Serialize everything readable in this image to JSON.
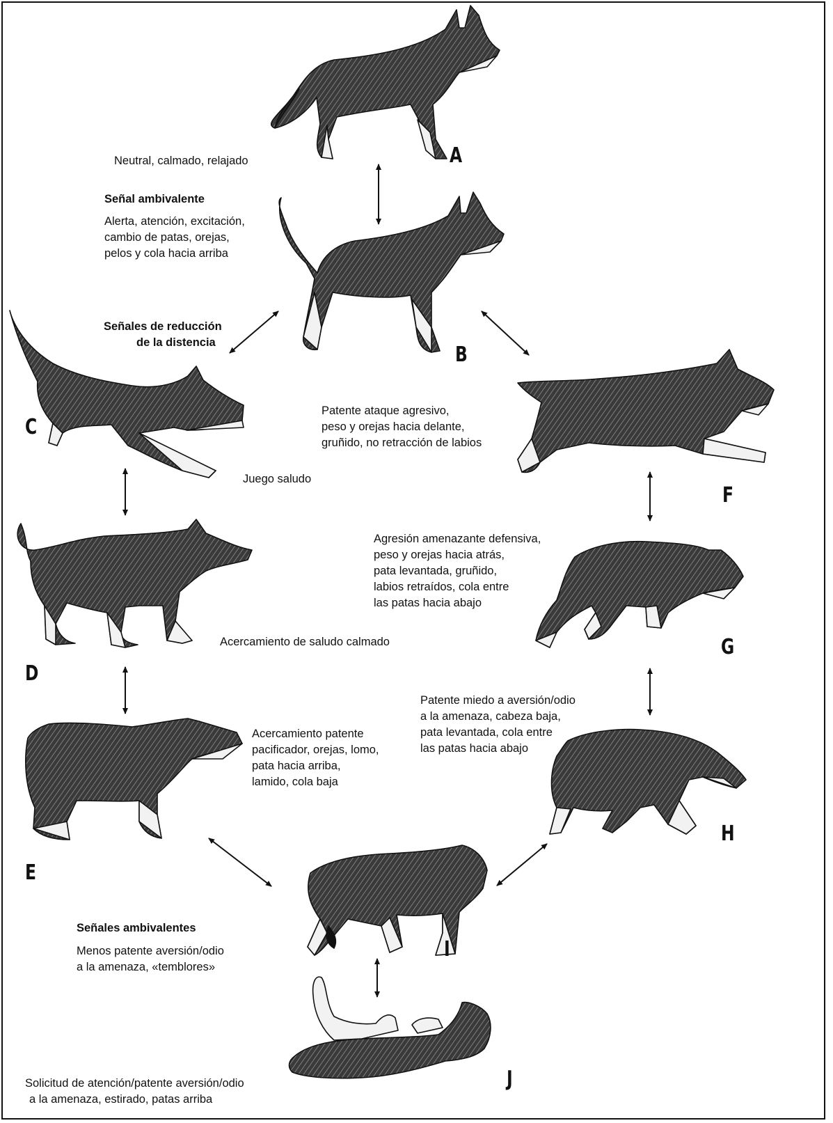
{
  "figure": {
    "colors": {
      "ink": "#111111",
      "fur_dark": "#2b2b2b",
      "fur_mid": "#6f6f6f",
      "fur_light": "#f2f2f2",
      "background": "#ffffff"
    },
    "postures": [
      {
        "letter": "A",
        "icon": "dog-standing-neutral-icon"
      },
      {
        "letter": "B",
        "icon": "dog-alert-tail-up-icon"
      },
      {
        "letter": "C",
        "icon": "dog-play-bow-icon"
      },
      {
        "letter": "D",
        "icon": "dog-calm-approach-icon"
      },
      {
        "letter": "E",
        "icon": "dog-appeasing-approach-icon"
      },
      {
        "letter": "F",
        "icon": "dog-aggressive-charge-icon"
      },
      {
        "letter": "G",
        "icon": "dog-defensive-threat-icon"
      },
      {
        "letter": "H",
        "icon": "dog-fearful-head-low-icon"
      },
      {
        "letter": "I",
        "icon": "dog-ambivalent-crouch-icon"
      },
      {
        "letter": "J",
        "icon": "dog-on-back-icon"
      }
    ],
    "captions": {
      "a": "Neutral, calmado, relajado",
      "b_title": "Señal ambivalente",
      "b_lines": [
        "Alerta, atención, excitación,",
        "cambio de patas, orejas,",
        "pelos y cola hacia arriba"
      ],
      "c_title_lines": [
        "Señales de reducción",
        "de la distencia"
      ],
      "c": "Juego saludo",
      "d": "Acercamiento de saludo calmado",
      "e_lines": [
        "Acercamiento patente",
        "pacificador, orejas, lomo,",
        "pata hacia arriba,",
        "lamido, cola baja"
      ],
      "f_lines": [
        "Patente ataque agresivo,",
        "peso y orejas hacia delante,",
        "gruñido, no retracción de labios"
      ],
      "g_lines": [
        "Agresión amenazante defensiva,",
        "peso y orejas hacia atrás,",
        "pata levantada, gruñido,",
        "labios retraídos, cola entre",
        "las patas hacia abajo"
      ],
      "h_lines": [
        "Patente miedo a aversión/odio",
        "a la amenaza, cabeza baja,",
        "pata levantada, cola entre",
        "las patas hacia abajo"
      ],
      "i_title": "Señales ambivalentes",
      "i_lines": [
        "Menos patente aversión/odio",
        "a la amenaza, «temblores»"
      ],
      "j_lines": [
        "Solicitud de atención/patente aversión/odio",
        "a la amenaza, estirado, patas arriba"
      ]
    }
  }
}
